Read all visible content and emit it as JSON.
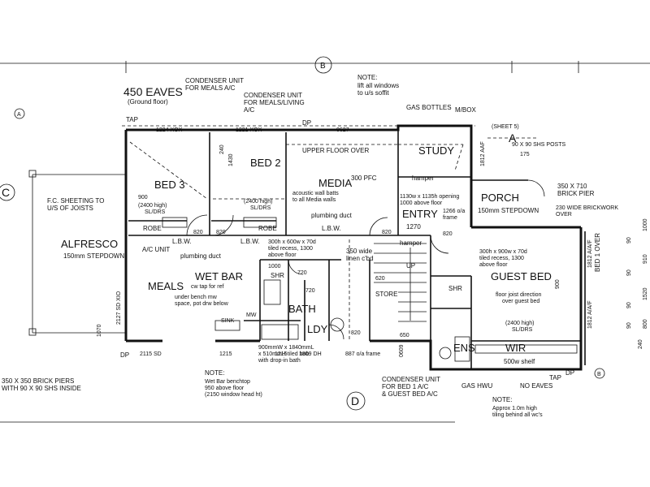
{
  "plan": {
    "rooms": {
      "bed3": "BED 3",
      "bed2": "BED 2",
      "media": "MEDIA",
      "study": "STUDY",
      "porch": "PORCH",
      "porch_sub": "150mm STEPDOWN",
      "entry": "ENTRY",
      "entry_dim": "1270",
      "alfresco": "ALFRESCO",
      "alfresco_sub": "150mm STEPDOWN",
      "meals": "MEALS",
      "wetbar": "WET BAR",
      "bath": "BATH",
      "ldy": "LDY",
      "guest_bed": "GUEST BED",
      "ens": "ENS",
      "wir": "WIR",
      "store": "STORE",
      "shr_left": "SHR",
      "shr_right": "SHR"
    },
    "notes": {
      "eaves": "450 EAVES",
      "eaves_sub": "(Ground floor)",
      "condenser_meals": "CONDENSER UNIT FOR MEALS A/C",
      "condenser_media": "CONDENSER UNIT FOR MEALS/LIVING A/C",
      "note_title": "NOTE:",
      "note_windows": "lift all windows to u/s soffit",
      "gas_bottles": "GAS BOTTLES",
      "mbox": "M/BOX",
      "sheet5": "(SHEET 5)",
      "upper_floor_over": "UPPER FLOOR OVER",
      "pfc": "300 PFC",
      "fc_sheeting": "F.C. SHEETING TO U/S OF JOISTS",
      "brick_piers_left": "350 X 350 BRICK PIERS WITH 90 X 90 SHS INSIDE",
      "brick_pier_porch": "350 X 710 BRICK PIER",
      "wide_brickwork": "230 WIDE BRICKWORK OVER",
      "plumbing_duct_media": "plumbing duct",
      "plumbing_duct_meals": "plumbing duct",
      "acoustic": "acoustic wall batts to all Media walls",
      "ac_unit": "A/C UNIT",
      "lbw": "L.B.W.",
      "robe": "ROBE",
      "hamper": "hamper",
      "linen": "350 wide linen c'bd",
      "up": "UP",
      "bed1_over": "BED 1 OVER",
      "wetbar_note_title": "NOTE:",
      "wetbar_note": "Wet Bar benchtop 950 above floor (2150 window head ht)",
      "condenser_bed1": "CONDENSER UNIT FOR BED 1 A/C & GUEST BED A/C",
      "gas_hwu": "GAS HWU",
      "no_eaves": "NO EAVES",
      "tiling_note_title": "NOTE:",
      "tiling_note": "Approx 1.0m high tiling behind all wc's",
      "tap": "TAP",
      "dp": "DP",
      "sink": "SINK",
      "mw": "MW",
      "shelf": "500w shelf",
      "bath_spec": "900mmW x 1840mmL x 510mmH tiled hob with drop-in bath",
      "floor_joist": "floor joist direction over guest bed",
      "window_opening": "1130w x 1135h opening 1000 above floor",
      "frame": "1266 o/a frame",
      "recess_meals": "300h x 600w x 70d tiled recess, 1300 above floor",
      "recess_guest": "300h x 900w x 70d tiled recess, 1300 above floor",
      "bench_note": "under bench mw space, pot drw below",
      "cw_tap": "cw tap for ref"
    },
    "section_markers": [
      "A",
      "B",
      "C",
      "D",
      "A",
      "B"
    ],
    "dimensions": {
      "top": [
        "1224 XOX",
        "1221 XOX",
        "0627",
        "1812 AAF",
        "90 X 90 SHS POSTS"
      ],
      "heights_bed": [
        "(2400 high) SL/DRS",
        "(2400 high) SL/DRS",
        "(2400 high) SL/DRS"
      ],
      "bottom": [
        "2115 SD",
        "1215",
        "1215",
        "1809 DH",
        "887 o/a frame",
        "0609"
      ],
      "left": [
        "2127 SD XIO",
        "1070"
      ],
      "right_side": [
        "1812 A/A/F",
        "1812 A/A/F",
        "1000",
        "910",
        "1520",
        "800",
        "240",
        "90",
        "90",
        "90",
        "90"
      ],
      "misc": [
        "820",
        "820",
        "820",
        "820",
        "820",
        "720",
        "720",
        "620",
        "650",
        "175",
        "240",
        "1430",
        "1000",
        "900",
        "900"
      ]
    }
  }
}
